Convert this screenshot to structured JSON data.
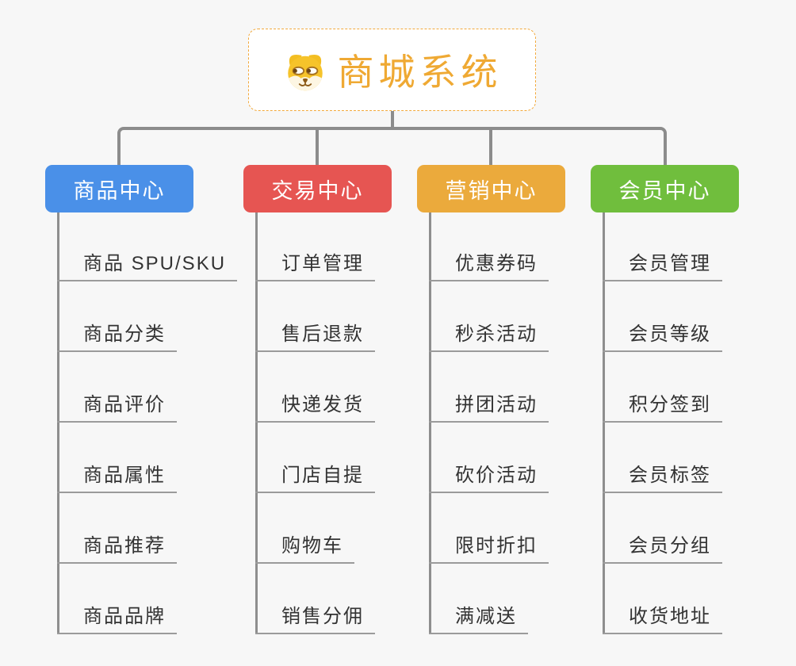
{
  "root": {
    "title": "商城系统",
    "icon": "dog-face-icon",
    "title_color": "#efa933",
    "border_color": "#f2a93c"
  },
  "connector_color": "#8c8c8c",
  "branches": [
    {
      "label": "商品中心",
      "color": "#4a90e8",
      "items": [
        "商品 SPU/SKU",
        "商品分类",
        "商品评价",
        "商品属性",
        "商品推荐",
        "商品品牌"
      ]
    },
    {
      "label": "交易中心",
      "color": "#e65552",
      "items": [
        "订单管理",
        "售后退款",
        "快递发货",
        "门店自提",
        "购物车",
        "销售分佣"
      ]
    },
    {
      "label": "营销中心",
      "color": "#ebaa3c",
      "items": [
        "优惠券码",
        "秒杀活动",
        "拼团活动",
        "砍价活动",
        "限时折扣",
        "满减送"
      ]
    },
    {
      "label": "会员中心",
      "color": "#70be3d",
      "items": [
        "会员管理",
        "会员等级",
        "积分签到",
        "会员标签",
        "会员分组",
        "收货地址"
      ]
    }
  ]
}
